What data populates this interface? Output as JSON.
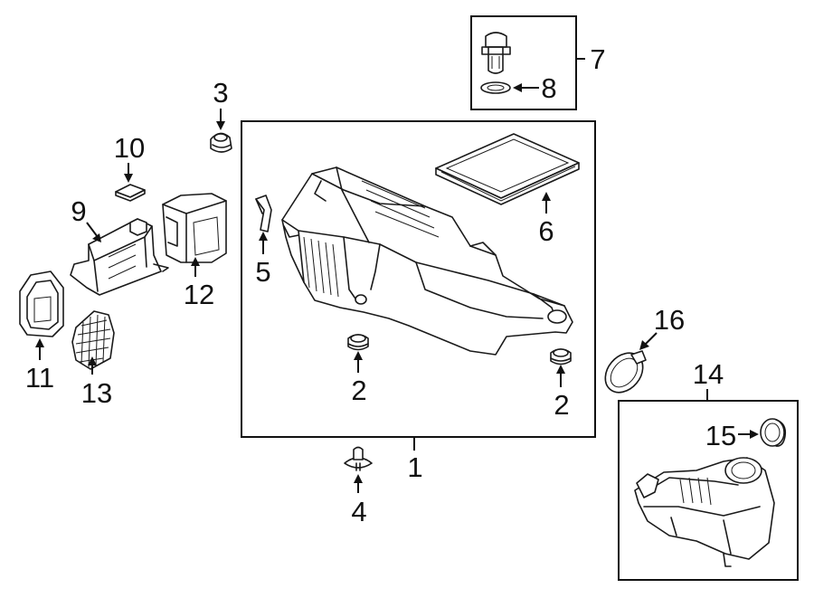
{
  "diagram": {
    "callouts": {
      "c1": "1",
      "c2a": "2",
      "c2b": "2",
      "c3": "3",
      "c4": "4",
      "c5": "5",
      "c6": "6",
      "c7": "7",
      "c8": "8",
      "c9": "9",
      "c10": "10",
      "c11": "11",
      "c12": "12",
      "c13": "13",
      "c14": "14",
      "c15": "15",
      "c16": "16"
    }
  }
}
